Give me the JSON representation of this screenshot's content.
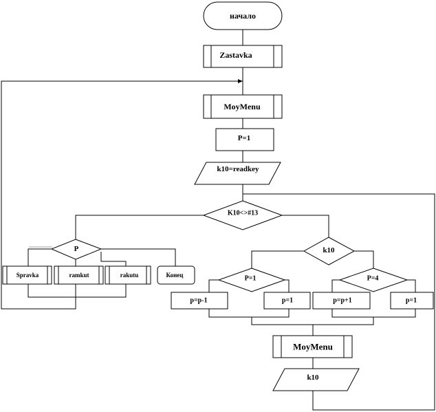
{
  "diagram": {
    "start": "начало",
    "zastavka": "Zastavka",
    "moymenu_top": "MoyMenu",
    "p_init": "P=1",
    "readkey": "k10=readkey",
    "cond_main": "K10<>#13",
    "cond_p": "P",
    "cond_k10": "k10",
    "cond_p1": "P=1",
    "cond_p4": "P=4",
    "act_p_minus": "p=p-1",
    "act_p_set1_left": "p=1",
    "act_p_plus": "p=p+1",
    "act_p_set1_right": "p=1",
    "moymenu_bottom": "MoyMenu",
    "k10_out": "k10",
    "btn_spravka": "Spravka",
    "btn_ramkut": "ramkut",
    "btn_rakutu": "rakutu",
    "btn_konec": "Конец"
  }
}
